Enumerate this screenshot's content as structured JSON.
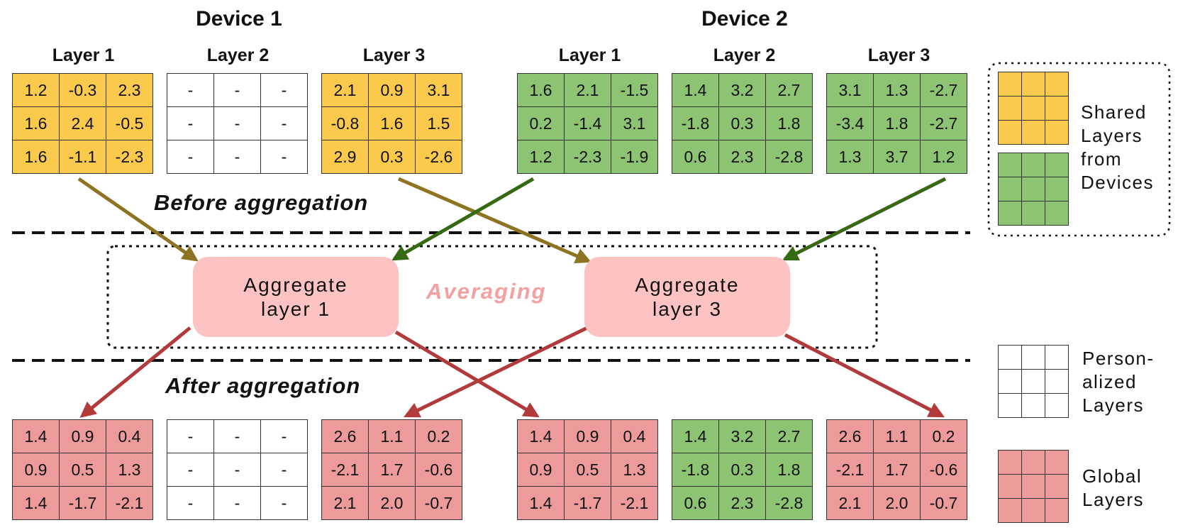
{
  "devices": [
    {
      "title": "Device 1",
      "before": [
        {
          "label": "Layer 1",
          "color": "#fbc94b",
          "cells": [
            [
              "1.2",
              "-0.3",
              "2.3"
            ],
            [
              "1.6",
              "2.4",
              "-0.5"
            ],
            [
              "1.6",
              "-1.1",
              "-2.3"
            ]
          ]
        },
        {
          "label": "Layer 2",
          "color": "#ffffff",
          "cells": [
            [
              "-",
              "-",
              "-"
            ],
            [
              "-",
              "-",
              "-"
            ],
            [
              "-",
              "-",
              "-"
            ]
          ]
        },
        {
          "label": "Layer 3",
          "color": "#fbc94b",
          "cells": [
            [
              "2.1",
              "0.9",
              "3.1"
            ],
            [
              "-0.8",
              "1.6",
              "1.5"
            ],
            [
              "2.9",
              "0.3",
              "-2.6"
            ]
          ]
        }
      ],
      "after": [
        {
          "color": "#ec9a9a",
          "cells": [
            [
              "1.4",
              "0.9",
              "0.4"
            ],
            [
              "0.9",
              "0.5",
              "1.3"
            ],
            [
              "1.4",
              "-1.7",
              "-2.1"
            ]
          ]
        },
        {
          "color": "#ffffff",
          "cells": [
            [
              "-",
              "-",
              "-"
            ],
            [
              "-",
              "-",
              "-"
            ],
            [
              "-",
              "-",
              "-"
            ]
          ]
        },
        {
          "color": "#ec9a9a",
          "cells": [
            [
              "2.6",
              "1.1",
              "0.2"
            ],
            [
              "-2.1",
              "1.7",
              "-0.6"
            ],
            [
              "2.1",
              "2.0",
              "-0.7"
            ]
          ]
        }
      ]
    },
    {
      "title": "Device 2",
      "before": [
        {
          "label": "Layer 1",
          "color": "#8cc474",
          "cells": [
            [
              "1.6",
              "2.1",
              "-1.5"
            ],
            [
              "0.2",
              "-1.4",
              "3.1"
            ],
            [
              "1.2",
              "-2.3",
              "-1.9"
            ]
          ]
        },
        {
          "label": "Layer 2",
          "color": "#8cc474",
          "cells": [
            [
              "1.4",
              "3.2",
              "2.7"
            ],
            [
              "-1.8",
              "0.3",
              "1.8"
            ],
            [
              "0.6",
              "2.3",
              "-2.8"
            ]
          ]
        },
        {
          "label": "Layer 3",
          "color": "#8cc474",
          "cells": [
            [
              "3.1",
              "1.3",
              "-2.7"
            ],
            [
              "-3.4",
              "1.8",
              "-2.7"
            ],
            [
              "1.3",
              "3.7",
              "1.2"
            ]
          ]
        }
      ],
      "after": [
        {
          "color": "#ec9a9a",
          "cells": [
            [
              "1.4",
              "0.9",
              "0.4"
            ],
            [
              "0.9",
              "0.5",
              "1.3"
            ],
            [
              "1.4",
              "-1.7",
              "-2.1"
            ]
          ]
        },
        {
          "color": "#8cc474",
          "cells": [
            [
              "1.4",
              "3.2",
              "2.7"
            ],
            [
              "-1.8",
              "0.3",
              "1.8"
            ],
            [
              "0.6",
              "2.3",
              "-2.8"
            ]
          ]
        },
        {
          "color": "#ec9a9a",
          "cells": [
            [
              "2.6",
              "1.1",
              "0.2"
            ],
            [
              "-2.1",
              "1.7",
              "-0.6"
            ],
            [
              "2.1",
              "2.0",
              "-0.7"
            ]
          ]
        }
      ]
    }
  ],
  "labels": {
    "before": "Before aggregation",
    "after": "After aggregation",
    "averaging": "Averaging"
  },
  "aggregators": [
    {
      "line1": "Aggregate",
      "line2": "layer 1"
    },
    {
      "line1": "Aggregate",
      "line2": "layer 3"
    }
  ],
  "legend": {
    "shared": {
      "lines": [
        "Shared",
        "Layers",
        "from",
        "Devices"
      ],
      "colors": [
        "#fbc94b",
        "#8cc474"
      ]
    },
    "personalized": {
      "lines": [
        "Person-",
        "alized",
        "Layers"
      ],
      "color": "#ffffff"
    },
    "global": {
      "lines": [
        "Global",
        "Layers"
      ],
      "color": "#ec9a9a"
    }
  },
  "colors": {
    "arrow_device1": "#8e7322",
    "arrow_device2": "#346b12",
    "arrow_global": "#b23a3a",
    "aggregate_box": "#fdc3c3",
    "averaging_text": "#f2a0a0"
  }
}
